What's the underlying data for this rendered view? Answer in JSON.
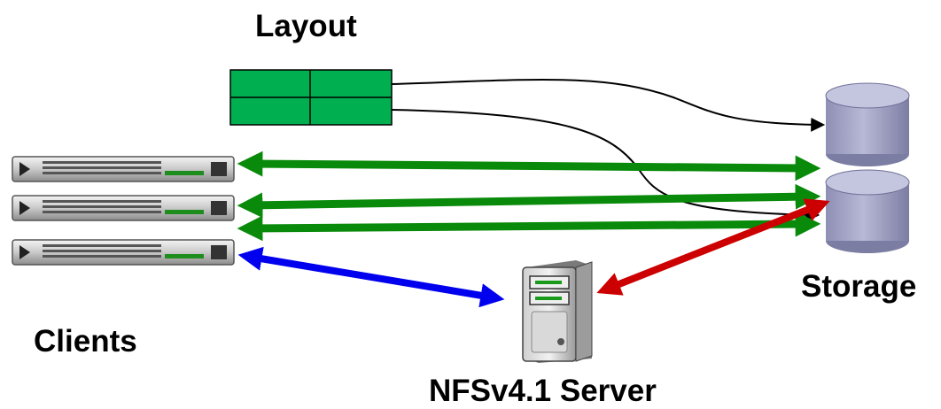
{
  "labels": {
    "layout": "Layout",
    "clients": "Clients",
    "server": "NFSv4.1 Server",
    "storage": "Storage"
  },
  "colors": {
    "data_path": "#0a8a0a",
    "control_path": "#0000ee",
    "storage_control": "#cc0000",
    "layout_block": "#00b050",
    "disk_body": "#a7a8c9",
    "pointer_line": "#000000"
  },
  "icons": {
    "client": "rack-server-icon",
    "server": "tower-server-icon",
    "storage": "disk-cylinder-icon",
    "layout": "layout-grid-icon"
  }
}
